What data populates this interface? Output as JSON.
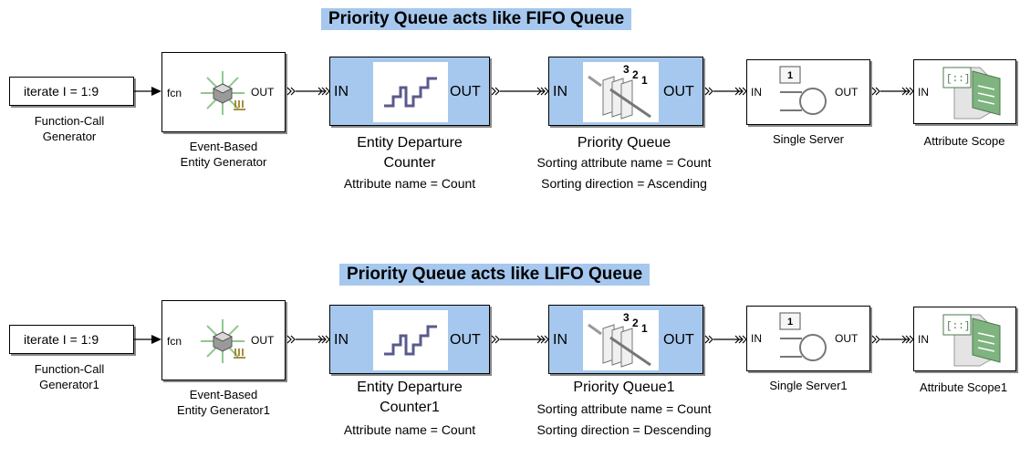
{
  "models": [
    {
      "title": "Priority Queue acts like FIFO Queue",
      "fcg": {
        "text": "iterate I = 1:9",
        "caption": [
          "Function-Call",
          "Generator"
        ]
      },
      "ebeg": {
        "in_port": "fcn",
        "out_port": "OUT",
        "caption": [
          "Event-Based",
          "Entity Generator"
        ]
      },
      "edc": {
        "in_port": "IN",
        "out_port": "OUT",
        "caption": [
          "Entity Departure",
          "Counter"
        ],
        "param": "Attribute name =  Count"
      },
      "pq": {
        "in_port": "IN",
        "out_port": "OUT",
        "caption": "Priority Queue",
        "param1": "Sorting attribute name = Count",
        "param2": "Sorting direction = Ascending",
        "icon_digits": [
          "3",
          "2",
          "1"
        ]
      },
      "ss": {
        "in_port": "IN",
        "out_port": "OUT",
        "caption": "Single Server",
        "icon_digit": "1"
      },
      "as": {
        "in_port": "IN",
        "caption": "Attribute Scope"
      }
    },
    {
      "title": "Priority Queue acts like LIFO Queue",
      "fcg": {
        "text": "iterate I = 1:9",
        "caption": [
          "Function-Call",
          "Generator1"
        ]
      },
      "ebeg": {
        "in_port": "fcn",
        "out_port": "OUT",
        "caption": [
          "Event-Based",
          "Entity Generator1"
        ]
      },
      "edc": {
        "in_port": "IN",
        "out_port": "OUT",
        "caption": [
          "Entity Departure",
          "Counter1"
        ],
        "param": "Attribute name =  Count"
      },
      "pq": {
        "in_port": "IN",
        "out_port": "OUT",
        "caption": "Priority Queue1",
        "param1": "Sorting attribute name = Count",
        "param2": "Sorting direction = Descending",
        "icon_digits": [
          "3",
          "2",
          "1"
        ]
      },
      "ss": {
        "in_port": "IN",
        "out_port": "OUT",
        "caption": "Single Server1",
        "icon_digit": "1"
      },
      "as": {
        "in_port": "IN",
        "caption": "Attribute Scope1"
      }
    }
  ],
  "colors": {
    "block_blue": "#a6c8ee",
    "title_bg": "#a6c8ee",
    "icon_line": "#5a5a8c"
  }
}
